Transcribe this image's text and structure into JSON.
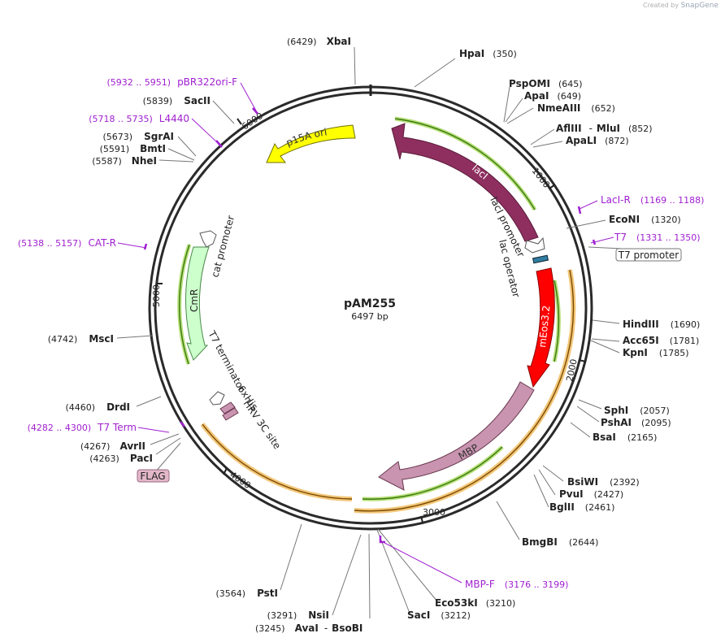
{
  "credit": {
    "prefix": "Created by",
    "brand": "SnapGene"
  },
  "plasmid": {
    "name": "pAM255",
    "size_label": "6497 bp"
  },
  "ticks": [
    "1000",
    "2000",
    "3000",
    "4000",
    "5000",
    "6000"
  ],
  "features": {
    "lacI": "lacI",
    "lacI_promoter": "lacI promoter",
    "lac_operator": "lac operator",
    "mEos": "mEos3.2",
    "MBP": "MBP",
    "p15A": "p15A ori",
    "CmR": "CmR",
    "cat_promoter": "cat promoter",
    "T7_terminator": "T7 terminator",
    "sixHis": "6xHis",
    "HRV": "HRV 3C site"
  },
  "sites": {
    "XbaI": {
      "name": "XbaI",
      "pos": "(6429)"
    },
    "HpaI": {
      "name": "HpaI",
      "pos": "(350)"
    },
    "PspOMI": {
      "name": "PspOMI",
      "pos": "(645)"
    },
    "ApaI": {
      "name": "ApaI",
      "pos": "(649)"
    },
    "NmeAIII": {
      "name": "NmeAIII",
      "pos": "(652)"
    },
    "AflIII": {
      "name": "AflIII",
      "pos": "(852)"
    },
    "MluI": {
      "name": "MluI",
      "pos": ""
    },
    "ApaLI": {
      "name": "ApaLI",
      "pos": "(872)"
    },
    "EcoNI": {
      "name": "EcoNI",
      "pos": "(1320)"
    },
    "HindIII": {
      "name": "HindIII",
      "pos": "(1690)"
    },
    "Acc65I": {
      "name": "Acc65I",
      "pos": "(1781)"
    },
    "KpnI": {
      "name": "KpnI",
      "pos": "(1785)"
    },
    "SphI": {
      "name": "SphI",
      "pos": "(2057)"
    },
    "PshAI": {
      "name": "PshAI",
      "pos": "(2095)"
    },
    "BsaI": {
      "name": "BsaI",
      "pos": "(2165)"
    },
    "BsiWI": {
      "name": "BsiWI",
      "pos": "(2392)"
    },
    "PvuI": {
      "name": "PvuI",
      "pos": "(2427)"
    },
    "BglII": {
      "name": "BglII",
      "pos": "(2461)"
    },
    "BmgBI": {
      "name": "BmgBI",
      "pos": "(2644)"
    },
    "Eco53kI": {
      "name": "Eco53kI",
      "pos": "(3210)"
    },
    "SacI": {
      "name": "SacI",
      "pos": "(3212)"
    },
    "NsiI": {
      "name": "NsiI",
      "pos": "(3291)"
    },
    "AvaI": {
      "name": "AvaI",
      "pos": "(3245)"
    },
    "BsoBI": {
      "name": "BsoBI",
      "pos": ""
    },
    "PstI": {
      "name": "PstI",
      "pos": "(3564)"
    },
    "PacI": {
      "name": "PacI",
      "pos": "(4263)"
    },
    "AvrII": {
      "name": "AvrII",
      "pos": "(4267)"
    },
    "DrdI": {
      "name": "DrdI",
      "pos": "(4460)"
    },
    "MscI": {
      "name": "MscI",
      "pos": "(4742)"
    },
    "NheI": {
      "name": "NheI",
      "pos": "(5587)"
    },
    "BmtI": {
      "name": "BmtI",
      "pos": "(5591)"
    },
    "SgrAI": {
      "name": "SgrAI",
      "pos": "(5673)"
    },
    "SacII": {
      "name": "SacII",
      "pos": "(5839)"
    }
  },
  "primers": {
    "pBR322ori": {
      "name": "pBR322ori-F",
      "range": "(5932 .. 5951)"
    },
    "L4440": {
      "name": "L4440",
      "range": "(5718 .. 5735)"
    },
    "CATR": {
      "name": "CAT-R",
      "range": "(5138 .. 5157)"
    },
    "T7Term": {
      "name": "T7 Term",
      "range": "(4282 .. 4300)"
    },
    "LacIR": {
      "name": "LacI-R",
      "range": "(1169 .. 1188)"
    },
    "T7": {
      "name": "T7",
      "range": "(1331 .. 1350)"
    },
    "MBPF": {
      "name": "MBP-F",
      "range": "(3176 .. 3199)"
    }
  },
  "boxed": {
    "t7_promoter": "T7 promoter",
    "flag": "FLAG"
  },
  "colors": {
    "lacI": "#8e2f5f",
    "mEos": "#ff0000",
    "MBP": "#c994b0",
    "p15A": "#ffff00",
    "CmR": "#ccffcc",
    "primer": "#a020d0",
    "orf_green": "#7ec01c",
    "orf_orange": "#f0a030"
  }
}
